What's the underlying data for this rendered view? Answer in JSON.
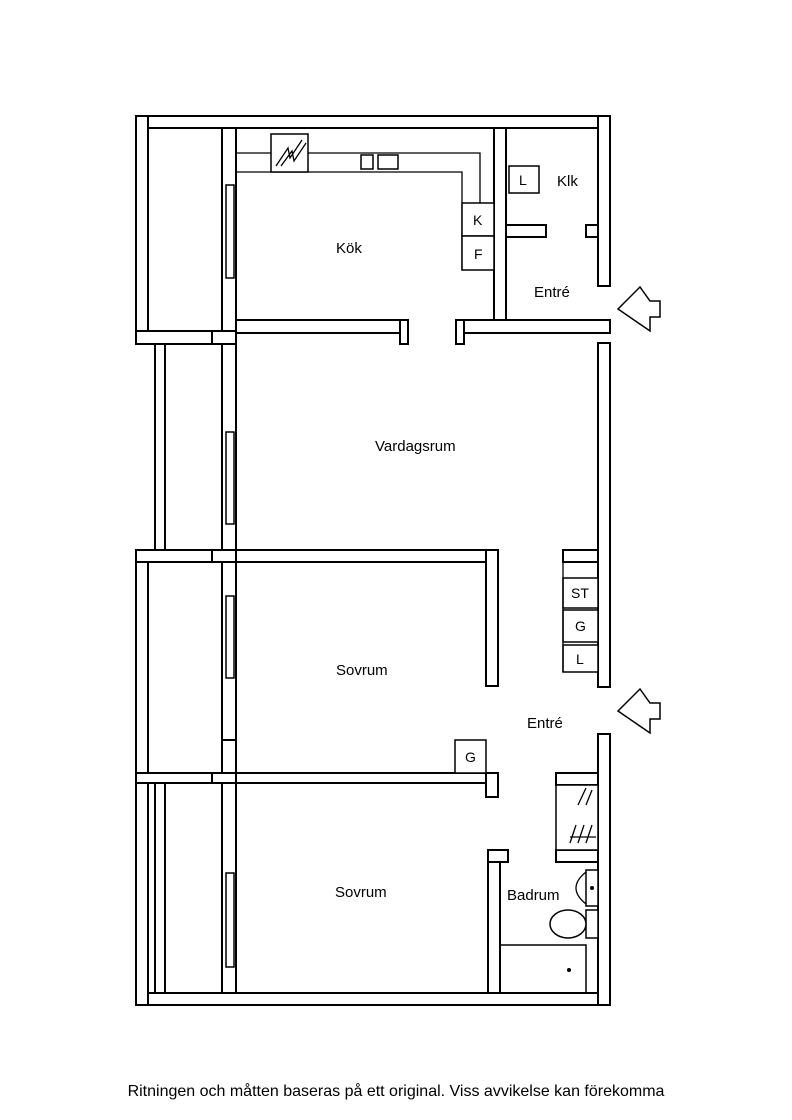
{
  "rooms": {
    "kok": "Kök",
    "klk": "Klk",
    "entre_top": "Entré",
    "vardagsrum": "Vardagsrum",
    "sovrum_1": "Sovrum",
    "entre_mid": "Entré",
    "sovrum_2": "Sovrum",
    "badrum": "Badrum"
  },
  "appliances": {
    "k": "K",
    "f": "F",
    "l_klk": "L",
    "st": "ST",
    "g_entre": "G",
    "l_entre": "L",
    "g_sovrum": "G"
  },
  "icons": {
    "stove": "stove-icon",
    "sink": "sink-icon",
    "toilet": "toilet-icon",
    "entrance_arrow": "entrance-arrow-icon"
  },
  "footer": "Ritningen och måtten baseras på ett original. Viss avvikelse kan förekomma"
}
